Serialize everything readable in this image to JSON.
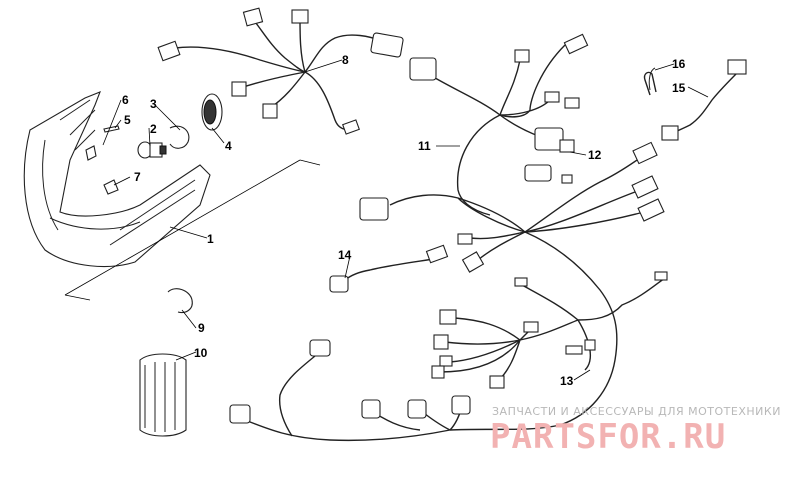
{
  "callouts": {
    "c1": "1",
    "c2": "2",
    "c3": "3",
    "c4": "4",
    "c5": "5",
    "c6": "6",
    "c7": "7",
    "c8": "8",
    "c9": "9",
    "c10": "10",
    "c11": "11",
    "c12": "12",
    "c13": "13",
    "c14": "14",
    "c15": "15",
    "c16": "16"
  },
  "watermark": {
    "tagline": "ЗАПЧАСТИ И АКСЕССУАРЫ ДЛЯ МОТОТЕХНИКИ",
    "logo": "PARTSFOR.RU"
  },
  "colors": {
    "line": "#222222",
    "watermark_text": "#b8b8b8",
    "watermark_logo": "#f2b2b2"
  }
}
